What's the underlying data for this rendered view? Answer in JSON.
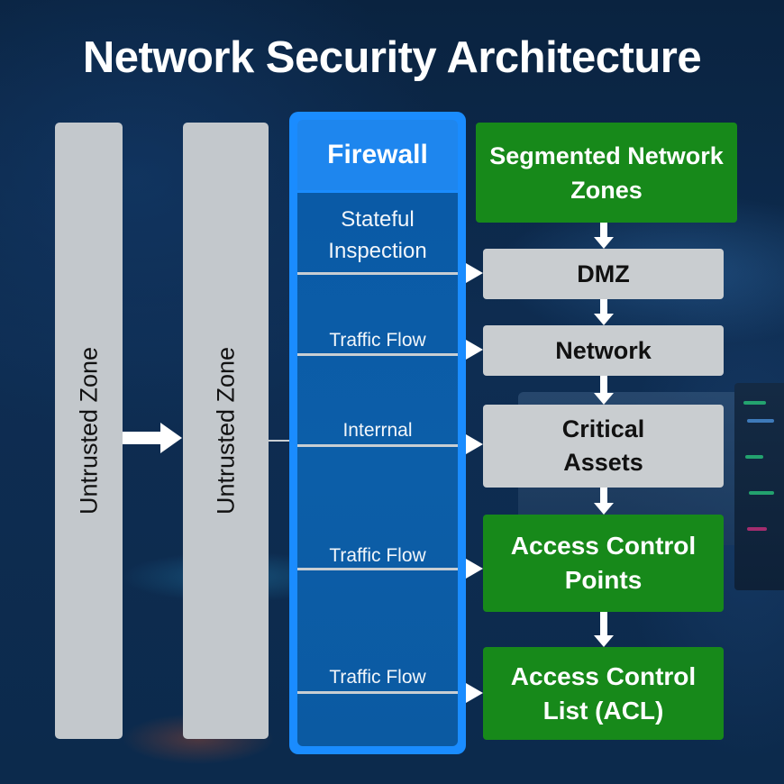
{
  "title": "Network Security Architecture",
  "zones": [
    {
      "label": "Untrusted Zone"
    },
    {
      "label": "Untrusted Zone"
    }
  ],
  "firewall": {
    "header": "Firewall",
    "items": [
      {
        "label": "Stateful Inspection"
      },
      {
        "label": "Traffic Flow"
      },
      {
        "label": "Interrnal"
      },
      {
        "label": "Traffic Flow"
      },
      {
        "label": "Traffic Flow"
      }
    ]
  },
  "flow": {
    "top": {
      "label": "Segmented Network Zones",
      "color": "#17891a"
    },
    "boxes": [
      {
        "label": "DMZ",
        "color": "#c9cdd0"
      },
      {
        "label": "Network",
        "color": "#c9cdd0"
      },
      {
        "label": "Critical Assets",
        "color": "#c9cdd0"
      },
      {
        "label": "Access Control Points",
        "color": "#17891a"
      },
      {
        "label": "Access Control List (ACL)",
        "color": "#17891a"
      }
    ]
  },
  "colors": {
    "firewall_border": "#1a8cff",
    "firewall_body": "#0b5aa4",
    "zone_gray": "#c3c8cc",
    "green": "#17891a",
    "background": "#0b2745"
  }
}
